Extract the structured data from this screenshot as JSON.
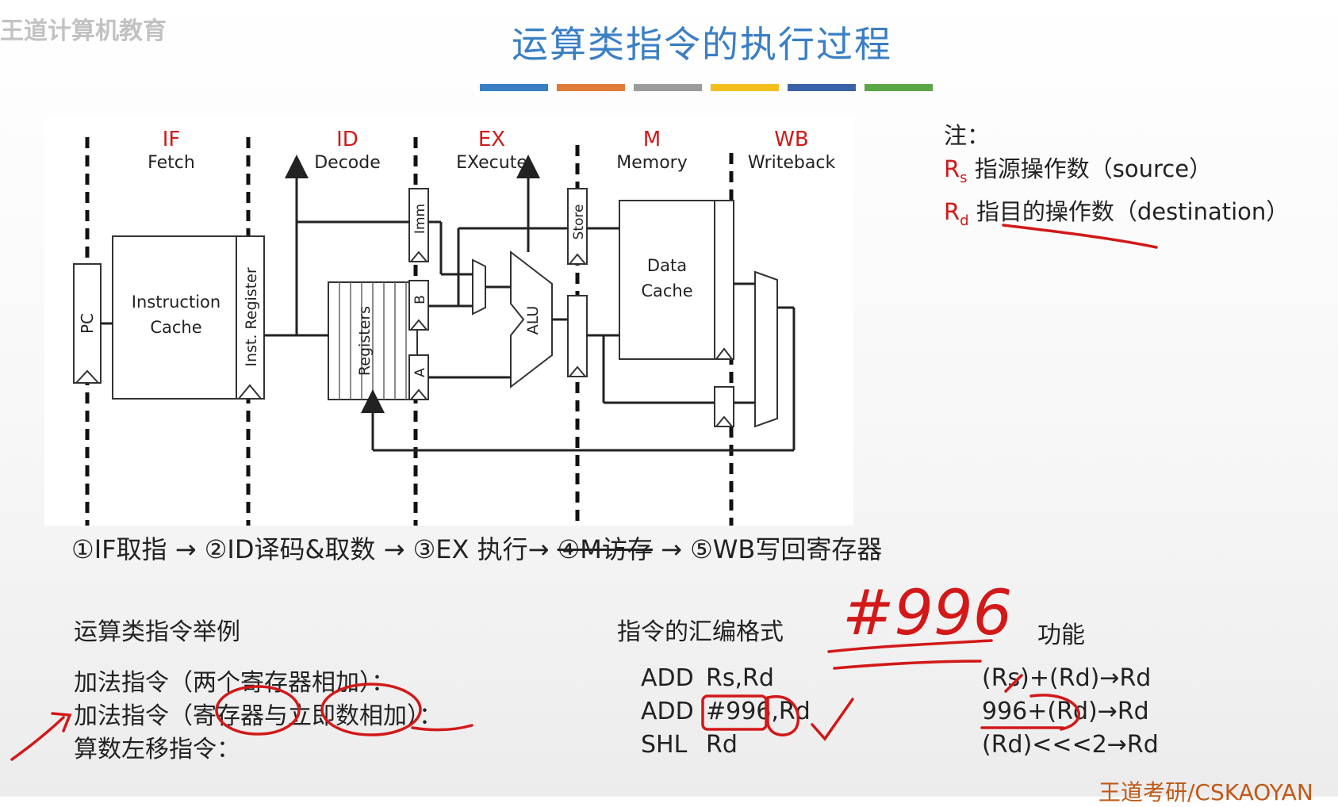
{
  "watermark": "王道计算机教育",
  "title": "运算类指令的执行过程",
  "divider_colors": [
    "#3a7fc4",
    "#e07b39",
    "#9b9b9b",
    "#f2bf1d",
    "#3b62a8",
    "#5aa646"
  ],
  "diagram": {
    "stages": [
      {
        "name": "IF",
        "label": "Fetch"
      },
      {
        "name": "ID",
        "label": "Decode"
      },
      {
        "name": "EX",
        "label": "EXecute"
      },
      {
        "name": "M",
        "label": "Memory"
      },
      {
        "name": "WB",
        "label": "Writeback"
      }
    ],
    "blocks": {
      "pc": "PC",
      "icache_1": "Instruction",
      "icache_2": "Cache",
      "inst_reg": "Inst. Register",
      "registers": "Registers",
      "imm": "Imm",
      "b": "B",
      "a": "A",
      "alu": "ALU",
      "store": "Store",
      "dcache_1": "Data",
      "dcache_2": "Cache"
    }
  },
  "notes": {
    "head": "注：",
    "rs_letter": "R",
    "rs_sub": "s",
    "rs_text": "指源操作数（source）",
    "rd_letter": "R",
    "rd_sub": "d",
    "rd_text": "指目的操作数（destination）"
  },
  "steps": {
    "s1": "①IF取指",
    "s2": "②ID译码&取数",
    "s3": "③EX 执行",
    "s4": "④M访存",
    "s5": "⑤WB写回寄存器",
    "arrow": "→"
  },
  "handwritten": "#996",
  "table": {
    "headers": {
      "example": "运算类指令举例",
      "format": "指令的汇编格式",
      "function": "功能"
    },
    "rows": [
      {
        "desc": "加法指令（两个寄存器相加）：",
        "op": "ADD",
        "args": "Rs,Rd",
        "func": "(Rs)+(Rd)→Rd"
      },
      {
        "desc": "加法指令（寄存器与立即数相加）：",
        "op": "ADD",
        "args": "#996,Rd",
        "func": "996+(Rd)→Rd"
      },
      {
        "desc": "算数左移指令：",
        "op": "SHL",
        "args": "Rd",
        "func": "(Rd)<<<2→Rd"
      }
    ]
  },
  "footer": "王道考研/CSKAOYAN"
}
